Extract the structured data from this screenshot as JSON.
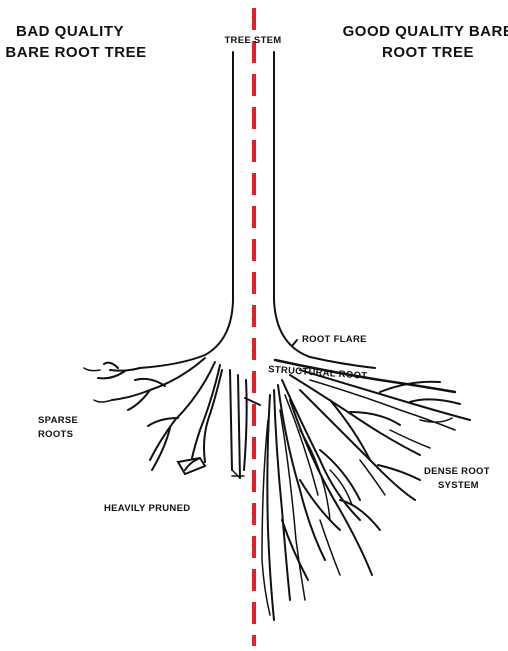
{
  "titles": {
    "bad_line1": "BAD QUALITY",
    "bad_line2": "BARE ROOT TREE",
    "good_line1": "GOOD QUALITY BARE",
    "good_line2": "ROOT TREE"
  },
  "labels": {
    "tree_stem": "TREE STEM",
    "root_flare": "ROOT FLARE",
    "structural_root": "STRUCTURAL ROOT",
    "sparse_roots_1": "SPARSE",
    "sparse_roots_2": "ROOTS",
    "heavily_pruned": "HEAVILY PRUNED",
    "dense_root_1": "DENSE ROOT",
    "dense_root_2": "SYSTEM"
  },
  "colors": {
    "divider": "#e0202a",
    "ink": "#111111",
    "background": "#ffffff"
  }
}
